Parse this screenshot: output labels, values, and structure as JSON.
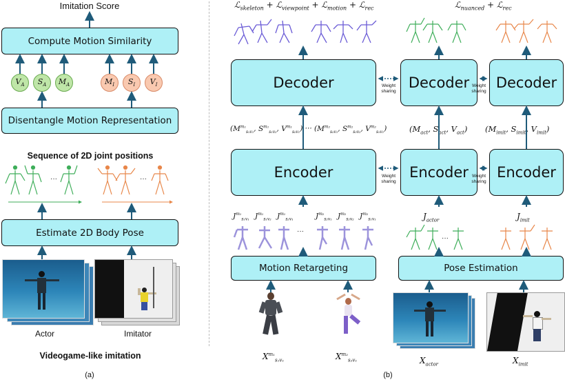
{
  "panel_a": {
    "title": "Imitation Score",
    "compute_box": "Compute Motion Similarity",
    "circles_actor": [
      "V_A",
      "S_A",
      "M_A"
    ],
    "circles_imit": [
      "M_I",
      "S_I",
      "V_I"
    ],
    "disentangle_box": "Disentangle Motion Representation",
    "seq_label": "Sequence of 2D joint positions",
    "dots": "···",
    "estimate_box": "Estimate 2D Body Pose",
    "actor_label": "Actor",
    "imitator_label": "Imitator",
    "caption": "Videogame-like imitation",
    "panel_label": "(a)"
  },
  "panel_b": {
    "loss_left": "𝓛skeleton + 𝓛viewpoint + 𝓛motion + 𝓛rec",
    "loss_right": "𝓛nuanced + 𝓛rec",
    "decoder": "Decoder",
    "encoder": "Encoder",
    "weight_sharing": "Weight sharing",
    "triple_left": "(M^{m1}_{s1v1}, S^{m1}_{s1v2}, V^{m1}_{s2v1}) ··· (M^{m2}_{s2v1}, S^{m2}_{s2v2}, V^{m2}_{s1v1})",
    "triple_act": "(M_act, S_act, V_act)",
    "triple_imit": "(M_imit, S_imit, V_imit)",
    "joints": [
      "J^{m1}_{s1v1}",
      "J^{m1}_{s1v2}",
      "J^{m1}_{s2v1}",
      "J^{m2}_{s2v1}",
      "J^{m2}_{s2v2}",
      "J^{m2}_{s1v1}"
    ],
    "j_actor": "J_actor",
    "j_imit": "J_imit",
    "retarget_box": "Motion Retargeting",
    "pose_box": "Pose Estimation",
    "x_labels": [
      "X^{m1}_{s1v1}",
      "X^{m2}_{s2v1}",
      "X_actor",
      "X_imit"
    ],
    "panel_label": "(b)"
  },
  "colors": {
    "box_fill": "#aef0f6",
    "arrow": "#1f5b7a",
    "green": "#3fae5a",
    "orange": "#e8874a",
    "purple": "#7b5ad6"
  }
}
